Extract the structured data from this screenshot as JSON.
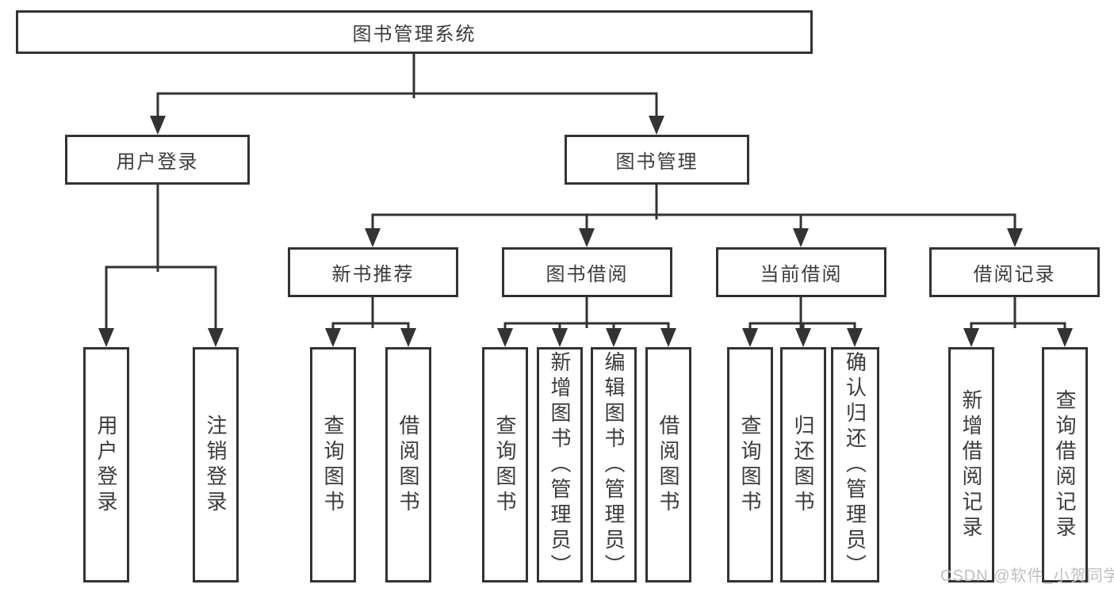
{
  "diagram": {
    "root": {
      "label": "图书管理系统"
    },
    "branches": [
      {
        "label": "用户登录",
        "children": [
          {
            "label": "用户登录"
          },
          {
            "label": "注销登录"
          }
        ]
      },
      {
        "label": "图书管理",
        "children": [
          {
            "label": "新书推荐",
            "children": [
              {
                "label": "查询图书"
              },
              {
                "label": "借阅图书"
              }
            ]
          },
          {
            "label": "图书借阅",
            "children": [
              {
                "label": "查询图书"
              },
              {
                "label": "新增图书（管理员）"
              },
              {
                "label": "编辑图书（管理员）"
              },
              {
                "label": "借阅图书"
              }
            ]
          },
          {
            "label": "当前借阅",
            "children": [
              {
                "label": "查询图书"
              },
              {
                "label": "归还图书"
              },
              {
                "label": "确认归还（管理员）"
              }
            ]
          },
          {
            "label": "借阅记录",
            "children": [
              {
                "label": "新增借阅记录"
              },
              {
                "label": "查询借阅记录"
              }
            ]
          }
        ]
      }
    ]
  },
  "watermark": {
    "text": "CSDN @软件_小贺同学"
  },
  "colors": {
    "line": "#333333",
    "box_border": "#333333",
    "box_background": "#ffffff",
    "text": "#3b3b3b",
    "watermark": "#bfbfbf"
  }
}
